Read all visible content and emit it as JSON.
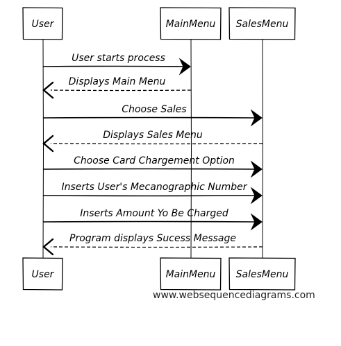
{
  "participants": [
    {
      "id": "user",
      "label": "User"
    },
    {
      "id": "mainmenu",
      "label": "MainMenu"
    },
    {
      "id": "salesmenu",
      "label": "SalesMenu"
    }
  ],
  "messages": [
    {
      "from": "user",
      "to": "mainmenu",
      "kind": "call",
      "label": "User starts process"
    },
    {
      "from": "mainmenu",
      "to": "user",
      "kind": "return",
      "label": "Displays Main Menu"
    },
    {
      "from": "user",
      "to": "salesmenu",
      "kind": "call",
      "label": "Choose Sales"
    },
    {
      "from": "salesmenu",
      "to": "user",
      "kind": "return",
      "label": "Displays Sales Menu"
    },
    {
      "from": "user",
      "to": "salesmenu",
      "kind": "call",
      "label": "Choose Card Chargement Option"
    },
    {
      "from": "user",
      "to": "salesmenu",
      "kind": "call",
      "label": "Inserts User's Mecanographic Number"
    },
    {
      "from": "user",
      "to": "salesmenu",
      "kind": "call",
      "label": "Inserts Amount Yo Be Charged"
    },
    {
      "from": "salesmenu",
      "to": "user",
      "kind": "return",
      "label": "Program displays Sucess Message"
    }
  ],
  "watermark": "www.websequencediagrams.com"
}
